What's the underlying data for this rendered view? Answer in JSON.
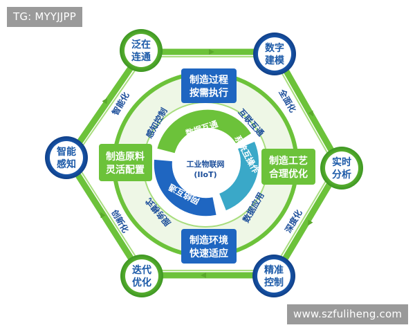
{
  "watermark": {
    "tag": "TG: MYYJJPP",
    "url": "www.szfuliheng.com"
  },
  "nodes": [
    {
      "line1": "泛在",
      "line2": "连通"
    },
    {
      "line1": "数字",
      "line2": "建模"
    },
    {
      "line1": "实时",
      "line2": "分析"
    },
    {
      "line1": "精准",
      "line2": "控制"
    },
    {
      "line1": "迭代",
      "line2": "优化"
    },
    {
      "line1": "智能",
      "line2": "感知"
    }
  ],
  "edges": [
    "全面化",
    "深度化",
    "创新化",
    "智能化"
  ],
  "boxes": {
    "top": {
      "line1": "制造过程",
      "line2": "按需执行"
    },
    "right": {
      "line1": "制造工艺",
      "line2": "合理优化"
    },
    "bottom": {
      "line1": "制造环境",
      "line2": "快速适应"
    },
    "left": {
      "line1": "制造原料",
      "line2": "灵活配置"
    }
  },
  "ring_labels": [
    "互联互通",
    "数据应用",
    "服务模式",
    "感知控制"
  ],
  "core_labels": [
    "数据互通",
    "系统互操作",
    "网络互通"
  ],
  "center": {
    "line1": "工业物联网",
    "line2": "(IIoT)"
  },
  "colors": {
    "green": "#6cc23a",
    "blue": "#1f66c1",
    "dark_blue": "#1c4e9a"
  }
}
